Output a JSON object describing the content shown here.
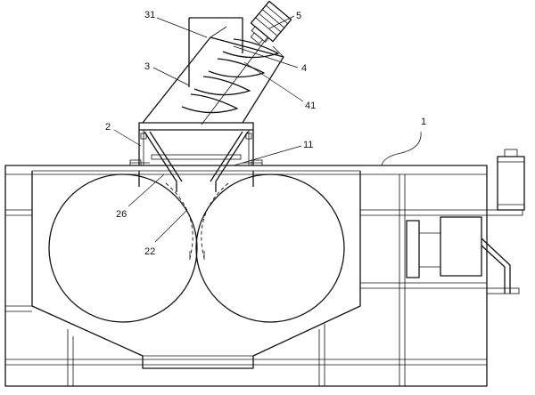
{
  "labels": {
    "l31": "31",
    "l5": "5",
    "l3": "3",
    "l4": "4",
    "l41": "41",
    "l2": "2",
    "l1": "1",
    "l11": "11",
    "l26": "26",
    "l22": "22"
  }
}
